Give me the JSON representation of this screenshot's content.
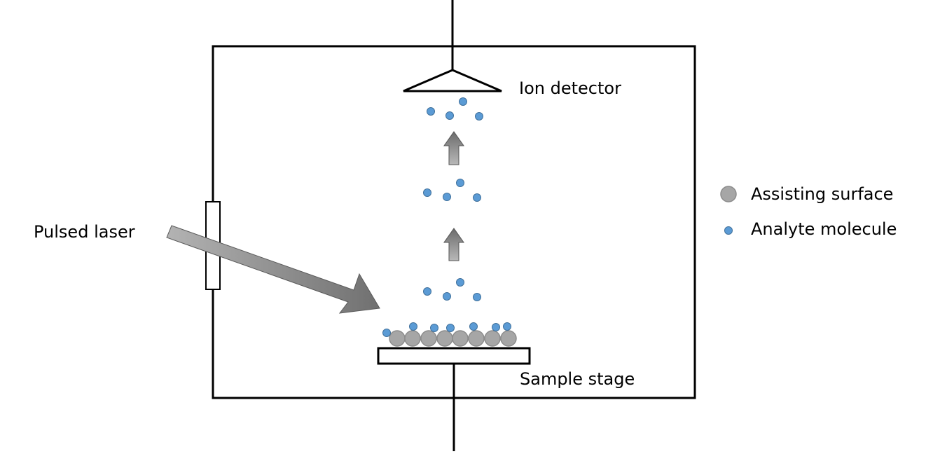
{
  "labels": {
    "ion_detector": "Ion detector",
    "pulsed_laser": "Pulsed laser",
    "sample_stage": "Sample stage"
  },
  "legend": [
    {
      "label": "Assisting surface",
      "icon": "assisting-surface-icon"
    },
    {
      "label": "Analyte molecule",
      "icon": "analyte-molecule-icon"
    }
  ],
  "colors": {
    "line": "#000000",
    "assisting_surface": "#a6a6a6",
    "assisting_surface_stroke": "#8c8c8c",
    "analyte_molecule": "#5b9bd5",
    "analyte_molecule_stroke": "#41719c",
    "arrow_dark": "#707070",
    "arrow_light": "#b0b0b0"
  }
}
